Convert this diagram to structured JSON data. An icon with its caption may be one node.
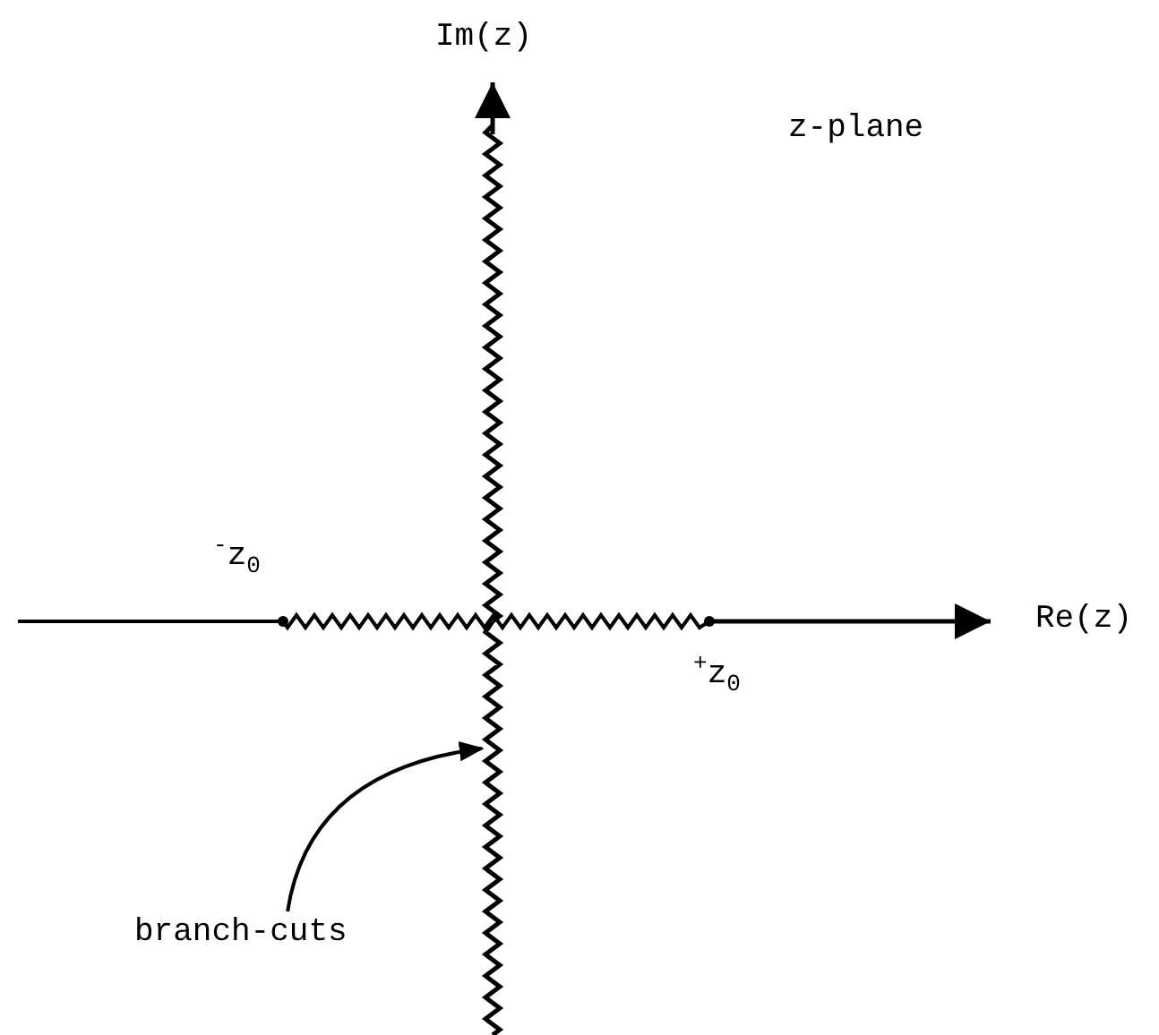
{
  "diagram": {
    "nodes": [
      {
        "text": [
          "branch-cuts"
        ]
      },
      {
        "text": [],
        "shape": "bar"
      }
    ],
    "edges": [
      {
        "from": 0,
        "to": 1,
        "arrow": "to"
      }
    ],
    "labels": [
      "Im(z)",
      "z-plane",
      "$^{-}$z$_{0}$",
      "Re(z)",
      "$^{+}$z$_{0}$"
    ]
  }
}
